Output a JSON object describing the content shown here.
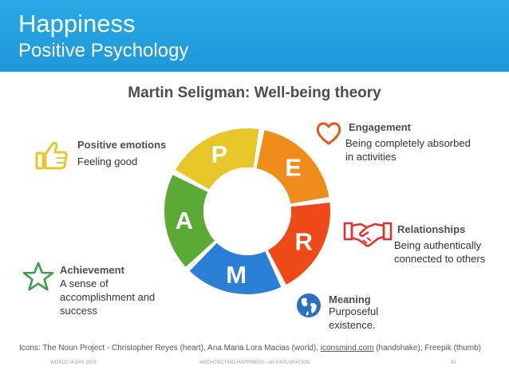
{
  "header": {
    "title": "Happiness",
    "subtitle": "Positive Psychology"
  },
  "slide_title": "Martin Seligman: Well-being theory",
  "wheel": {
    "segments": [
      {
        "letter": "E",
        "color": "#f08c1c"
      },
      {
        "letter": "R",
        "color": "#ee4a17"
      },
      {
        "letter": "M",
        "color": "#2b7fd4"
      },
      {
        "letter": "A",
        "color": "#5aaa35"
      },
      {
        "letter": "P",
        "color": "#e8c629"
      }
    ]
  },
  "items": {
    "positive_emotions": {
      "heading": "Positive emotions",
      "desc": "Feeling good",
      "icon": "thumbs-up-icon"
    },
    "engagement": {
      "heading": "Engagement",
      "desc": "Being completely absorbed in activities",
      "icon": "heart-icon"
    },
    "relationships": {
      "heading": "Relationships",
      "desc": "Being authentically connected to others",
      "icon": "handshake-icon"
    },
    "meaning": {
      "heading": "Meaning",
      "desc": "Purposeful existence.",
      "icon": "globe-icon"
    },
    "achievement": {
      "heading": "Achievement",
      "desc": "A sense of accomplishment and success",
      "icon": "star-icon"
    }
  },
  "credits": {
    "prefix": "Icons: The Noun Project - Christopher Reyes (heart), Ana Maria Lora Macias (world), ",
    "link": "iconsmind.com",
    "suffix": " (handshake); Freepik (thumb)"
  },
  "footer": {
    "left": "WORLD IA DAY 2015",
    "center": "ARCHITECTING HAPPINESS - AN EXPLORATION",
    "page": "41"
  }
}
